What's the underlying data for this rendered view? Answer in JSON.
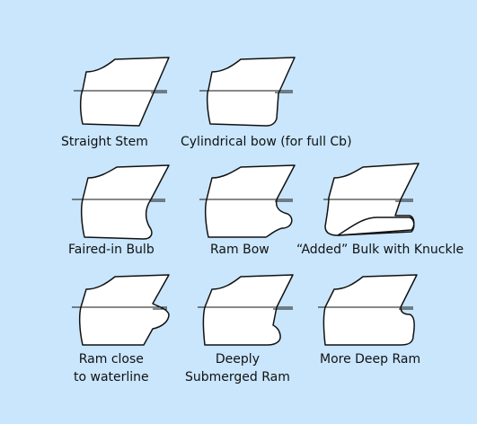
{
  "diagram": {
    "items": [
      {
        "id": "straight-stem",
        "label": "Straight Stem"
      },
      {
        "id": "cylindrical-bow",
        "label": "Cylindrical bow (for full Cb)"
      },
      {
        "id": "faired-in-bulb",
        "label": "Faired-in Bulb"
      },
      {
        "id": "ram-bow",
        "label": "Ram Bow"
      },
      {
        "id": "added-bulk",
        "label": "“Added” Bulk with Knuckle"
      },
      {
        "id": "ram-close",
        "label_line1": "Ram close",
        "label_line2": "to waterline"
      },
      {
        "id": "deep-ram",
        "label_line1": "Deeply",
        "label_line2": "Submerged Ram"
      },
      {
        "id": "more-deep-ram",
        "label": "More Deep Ram"
      }
    ]
  }
}
